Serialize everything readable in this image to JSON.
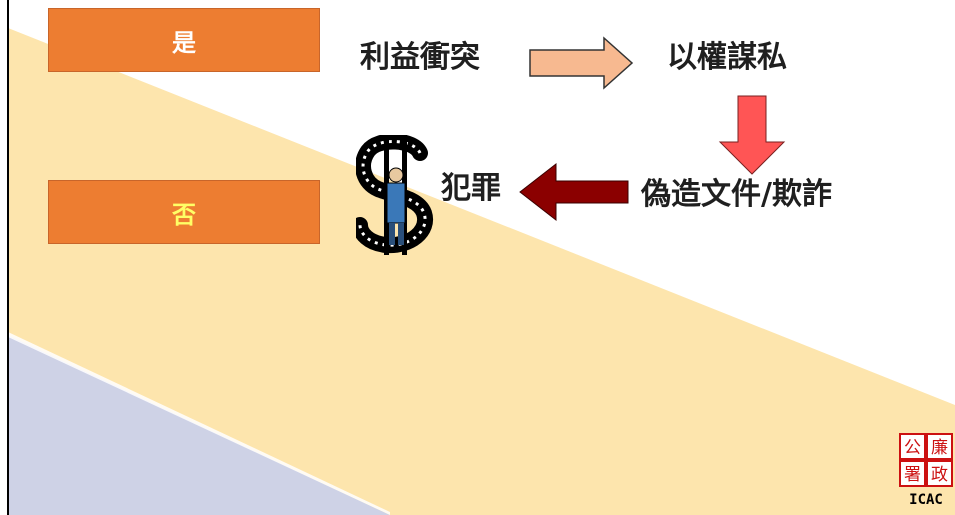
{
  "yes_label": "是",
  "no_label": "否",
  "flow": {
    "conflict": "利益衝突",
    "abuse": "以權謀私",
    "forgery": "偽造文件/欺詐",
    "crime": "犯罪"
  },
  "logo": {
    "chars": [
      "公",
      "廉",
      "署",
      "政"
    ],
    "acronym": "ICAC"
  },
  "colors": {
    "box_fill": "#ed7d31",
    "yes_text": "#ffffff",
    "no_text": "#ffff66",
    "band_yellow": "#fde5ad",
    "band_blue": "#ced2e6",
    "arrow_peach": "#f7b990",
    "arrow_red": "#ff5555",
    "arrow_darkred": "#8b0000",
    "logo_red": "#cc1111"
  }
}
